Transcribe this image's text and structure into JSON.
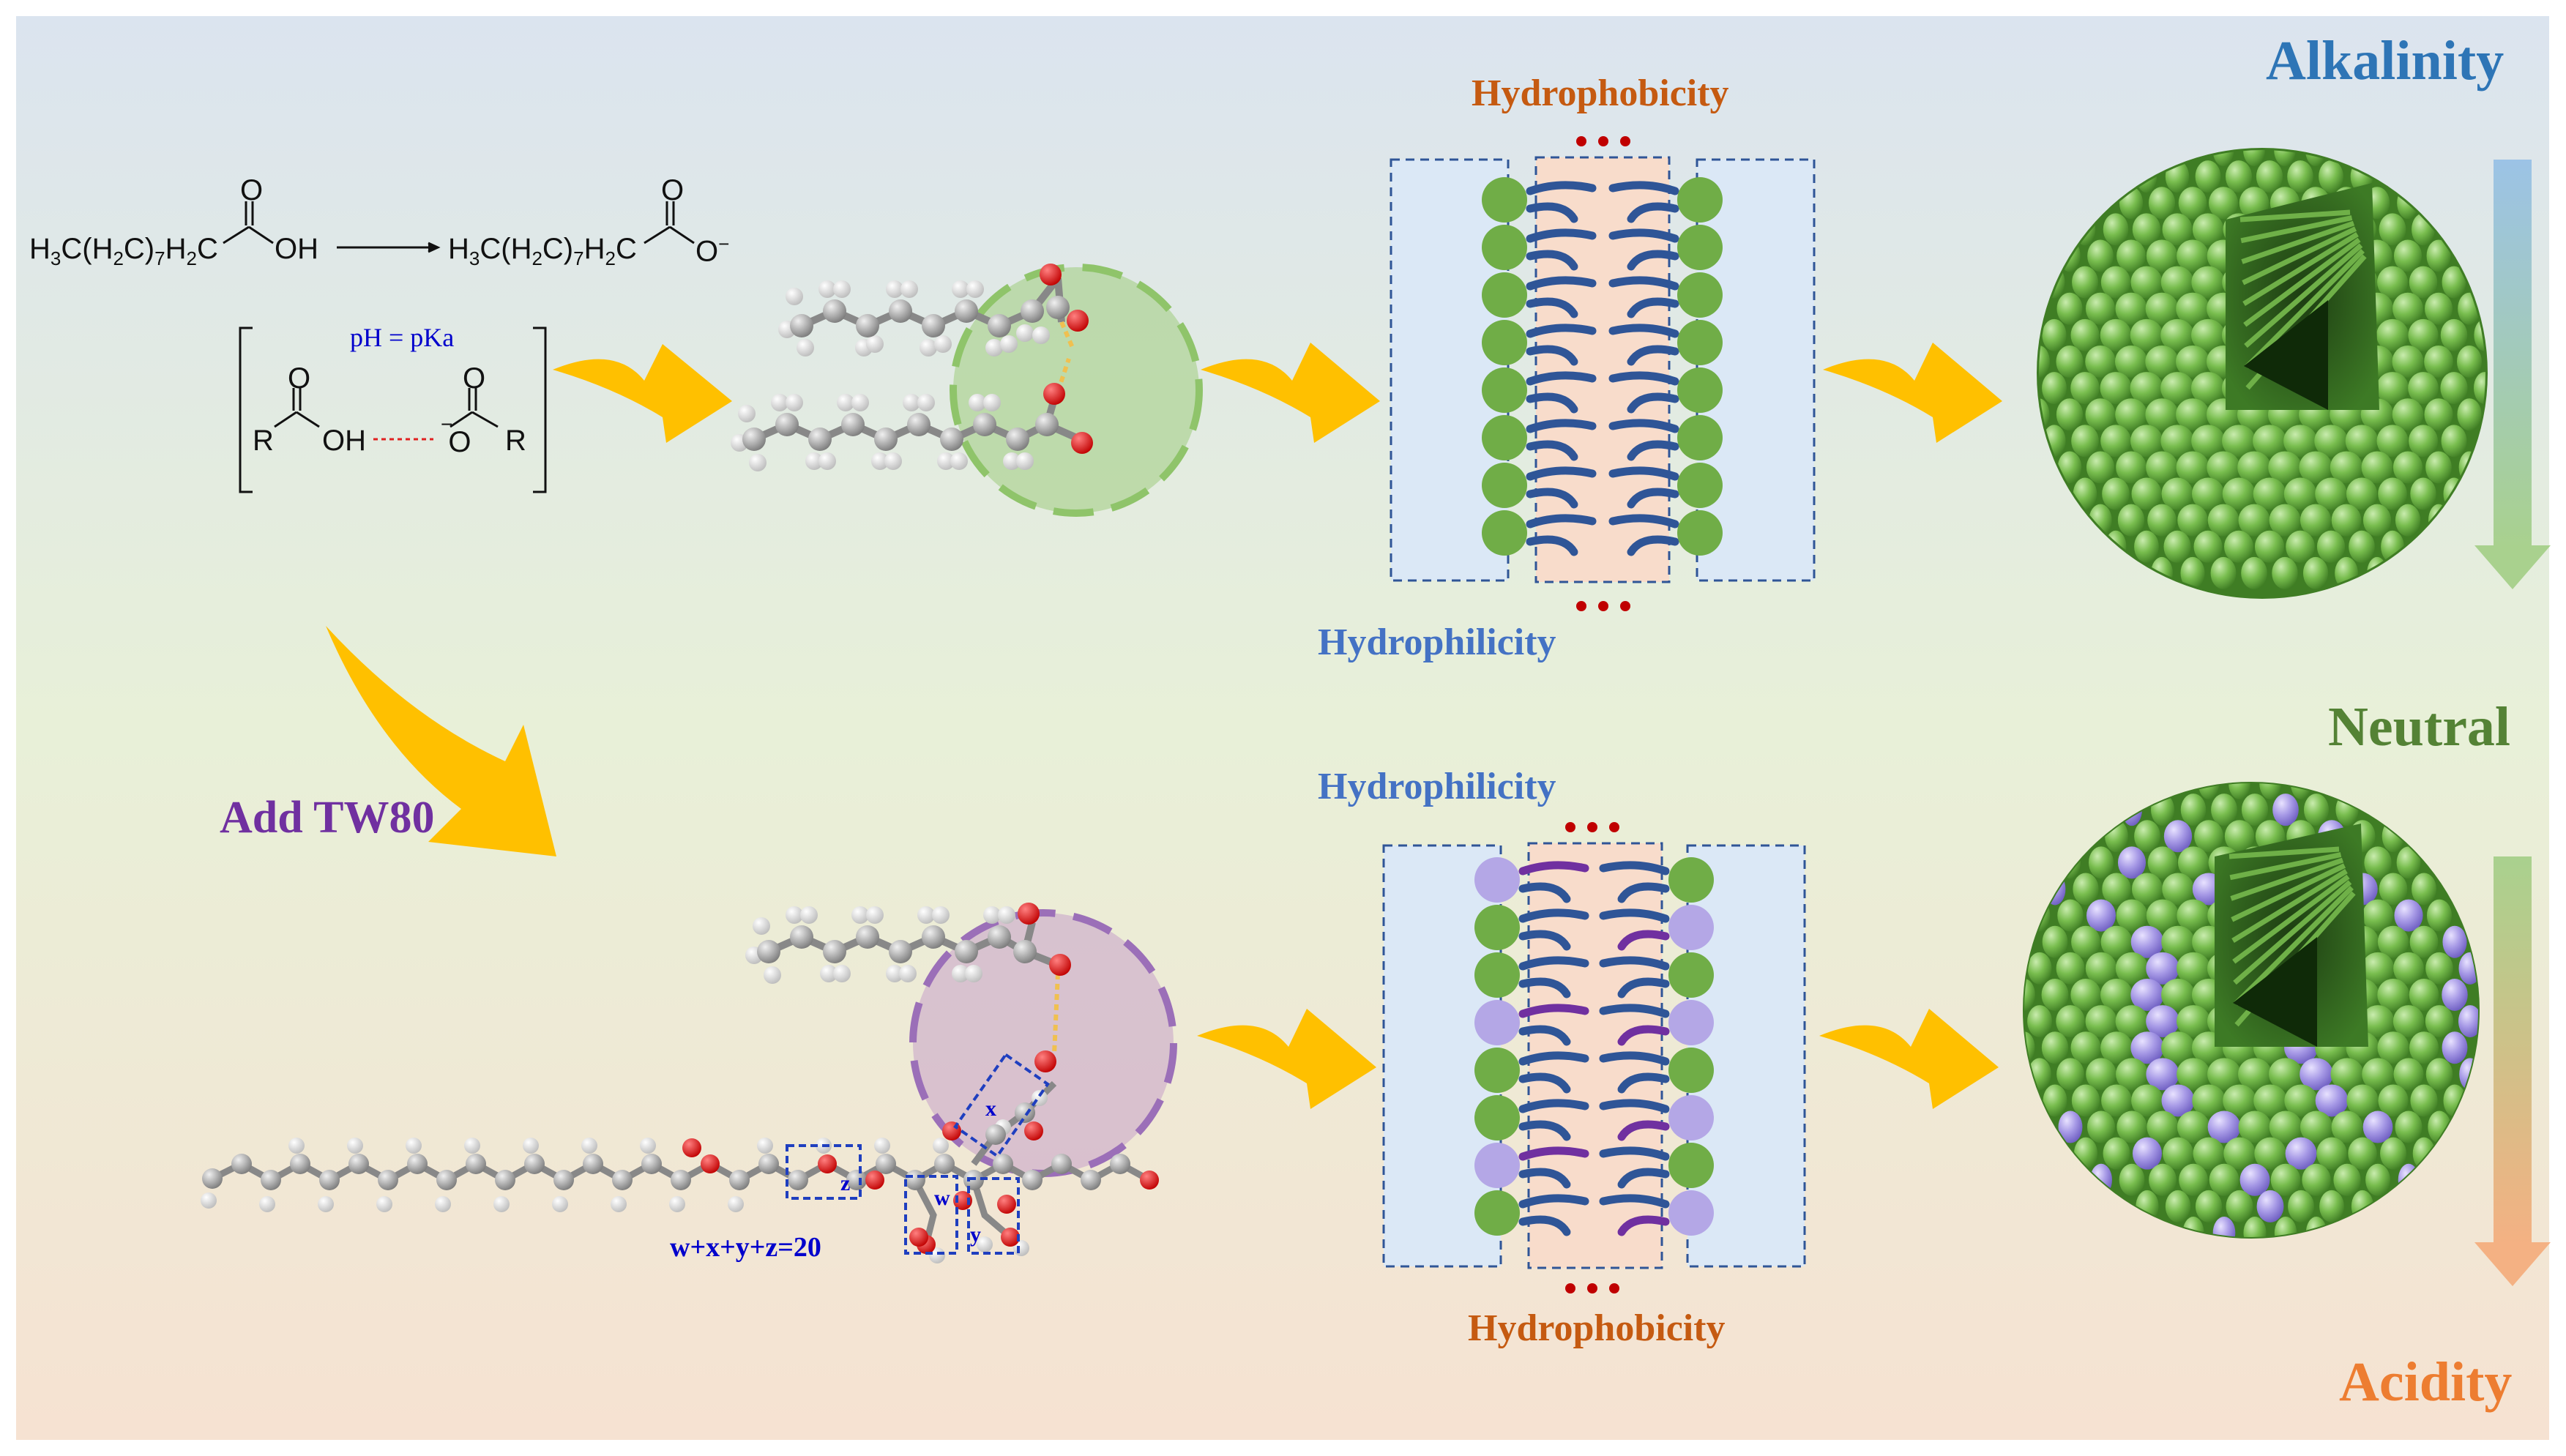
{
  "labels": {
    "alkalinity": "Alkalinity",
    "neutral": "Neutral",
    "acidity": "Acidity",
    "hydrophobicity_top": "Hydrophobicity",
    "hydrophilicity_top": "Hydrophilicity",
    "hydrophilicity_bottom": "Hydrophilicity",
    "hydrophobicity_bottom": "Hydrophobicity",
    "add_tw80": "Add TW80",
    "ph_pka": "pH = pKa",
    "wxyz": "w+x+y+z=20",
    "box_z": "z",
    "box_w": "w",
    "box_y": "y",
    "box_x": "x"
  },
  "chemistry": {
    "reactant_main": "H3C(H2C)7H2C",
    "reactant_oh": "OH",
    "product_main": "H3C(H2C)7H2C",
    "carbonyl_o": "O",
    "anion_o": "O",
    "anion_charge": "−",
    "dimer_r_left": "R",
    "dimer_oh": "OH",
    "dimer_o_left": "O",
    "dimer_o_right": "O",
    "dimer_o_minus": "O",
    "dimer_minus": "−",
    "dimer_r_right": "R"
  },
  "colors": {
    "alkalinity": "#2e75b6",
    "neutral": "#548235",
    "acidity": "#ed7d31",
    "hydrophobicity": "#c55a11",
    "hydrophilicity": "#4472c4",
    "add_tw80": "#7030a0",
    "wxyz": "#0000cc",
    "arrow": "#ffc000",
    "head_green": "#70ad47",
    "head_purple": "#b4a7e6",
    "tail_blue": "#2f5597",
    "tail_purple": "#7030a0"
  }
}
